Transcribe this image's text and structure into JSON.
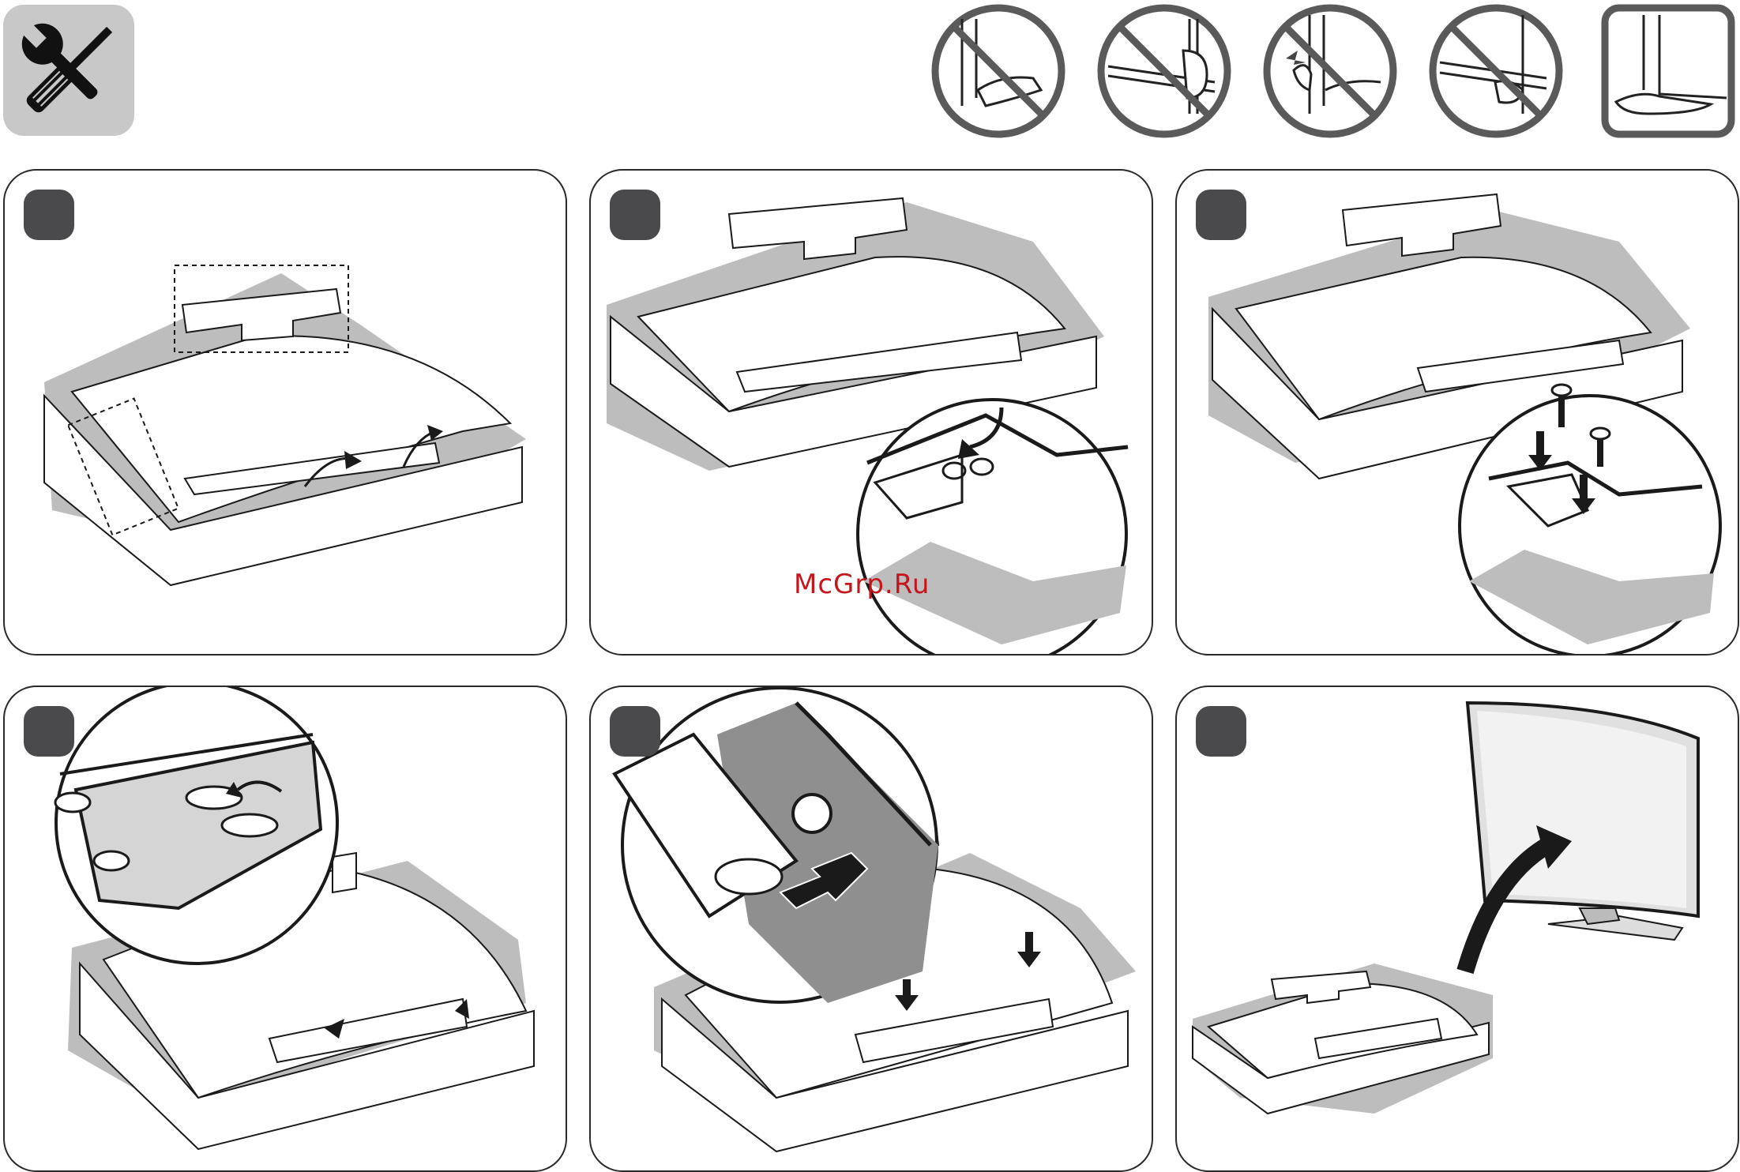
{
  "watermark": "McGrp.Ru",
  "icons": {
    "tools": "screwdriver-wrench-icon",
    "warnings": [
      "no-grip-top-edge-icon",
      "no-grip-side-edge-icon",
      "no-press-screen-icon",
      "no-grip-bottom-edge-icon",
      "correct-support-hand-icon"
    ]
  },
  "colors": {
    "badge": "#4a4a4c",
    "tool_bg": "#c8c8c8",
    "prohibit": "#5a5a5a",
    "line": "#1a1a1a",
    "shadow": "#bdbdbd"
  },
  "steps": [
    {
      "id": 1,
      "action": "lift-cover-arrows"
    },
    {
      "id": 2,
      "action": "insert-bracket-detail"
    },
    {
      "id": 3,
      "action": "screw-bracket-detail"
    },
    {
      "id": 4,
      "action": "attach-cover-detail"
    },
    {
      "id": 5,
      "action": "press-cover-detail"
    },
    {
      "id": 6,
      "action": "stand-tv-upright"
    }
  ]
}
